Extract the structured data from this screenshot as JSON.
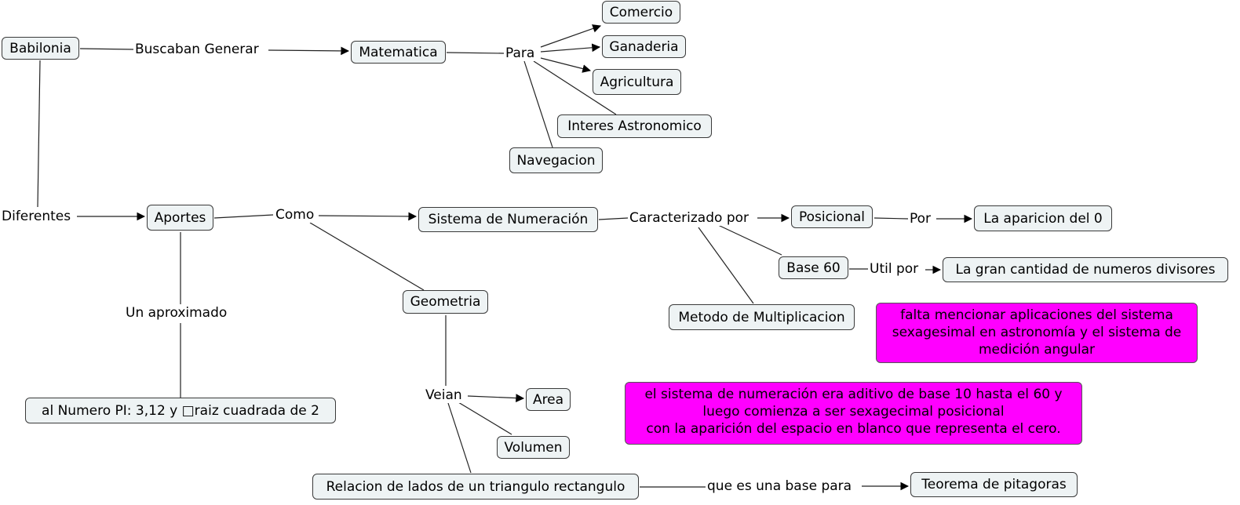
{
  "diagram": {
    "nodes": {
      "babilonia": "Babilonia",
      "matematica": "Matematica",
      "comercio": "Comercio",
      "ganaderia": "Ganaderia",
      "agricultura": "Agricultura",
      "interes_astronomico": "Interes Astronomico",
      "navegacion": "Navegacion",
      "aportes": "Aportes",
      "sistema_numeracion": "Sistema de Numeración",
      "posicional": "Posicional",
      "aparicion_cero": "La aparicion del 0",
      "base_60": "Base 60",
      "numeros_divisores": "La gran cantidad de numeros divisores",
      "metodo_multiplicacion": "Metodo de Multiplicacion",
      "geometria": "Geometria",
      "area": "Area",
      "volumen": "Volumen",
      "relacion_lados": "Relacion de lados de un triangulo rectangulo",
      "teorema_pitagoras": "Teorema de pitagoras",
      "numero_pi": "al Numero PI: 3,12 y □raiz cuadrada de 2"
    },
    "phrases": {
      "buscaban_generar": "Buscaban Generar",
      "para": "Para",
      "diferentes": "Diferentes",
      "como": "Como",
      "caracterizado_por": "Caracterizado por",
      "por": "Por",
      "util_por": "Util por",
      "un_aproximado": "Un aproximado",
      "veian": "Veian",
      "que_es_base": "que es una base para"
    },
    "notes": {
      "sexagesimal_note": "falta mencionar aplicaciones del sistema\nsexagesimal en astronomía y el sistema de\nmedición angular",
      "numeracion_note": "el sistema de numeración era  aditivo de base 10 hasta el 60 y\nluego comienza a ser sexagecimal posicional\ncon la aparición del espacio en blanco que representa el cero."
    },
    "colors": {
      "node_fill": "#eef3f4",
      "node_border": "#3a3a3a",
      "note_fill": "#ff00ff",
      "link": "#000000"
    }
  }
}
